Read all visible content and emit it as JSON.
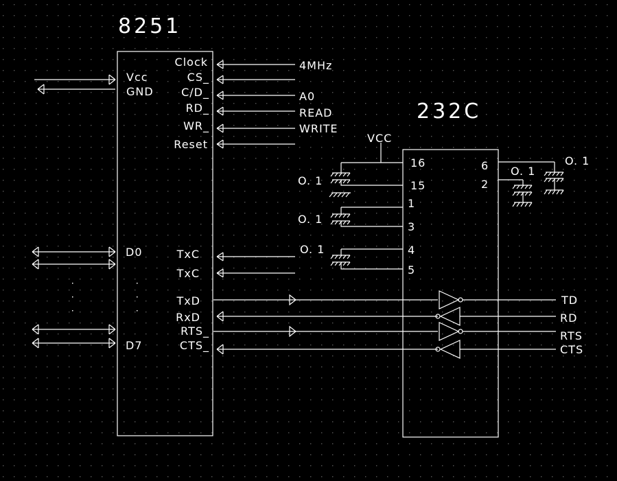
{
  "titles": {
    "uart": "8251",
    "driver": "232C"
  },
  "uart_pins": {
    "clock": "Clock",
    "cs": "CS_",
    "cd": "C/D_",
    "rd": "RD_",
    "wr": "WR_",
    "reset": "Reset",
    "vcc": "Vcc",
    "gnd": "GND",
    "d0": "D0",
    "d7": "D7",
    "txc1": "TxC",
    "txc2": "TxC",
    "txd": "TxD",
    "rxd": "RxD",
    "rts": "RTS_",
    "cts": "CTS_"
  },
  "signals": {
    "clock": "4MHz",
    "a0": "A0",
    "read": "READ",
    "write": "WRITE"
  },
  "driver": {
    "vcc": "VCC",
    "pins": {
      "p16": "16",
      "p15": "15",
      "p1": "1",
      "p3": "3",
      "p4": "4",
      "p5": "5",
      "p6": "6",
      "p2": "2"
    },
    "caps": {
      "c1": "O. 1",
      "c2": "O. 1",
      "c3": "O. 1",
      "c4": "O. 1",
      "c5": "O. 1"
    },
    "outputs": {
      "td": "TD",
      "rd": "RD",
      "rts": "RTS",
      "cts": "CTS"
    }
  },
  "colors": {
    "background": "#000000",
    "line": "#ffffff",
    "grid_dot": "#5a5a5a"
  }
}
